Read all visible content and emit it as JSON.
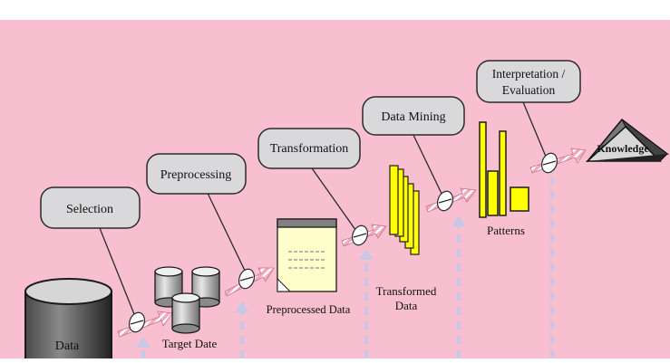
{
  "colors": {
    "background": "#f8bfd0",
    "bubble_fill": "#d9d9dc",
    "bubble_stroke": "#2a2a2a",
    "arrow_fill": "#f3c7d3",
    "arrow_stripe": "#ffffff",
    "dashed_arrow": "#c9c7e6",
    "yellow": "#ffff00",
    "paper": "#ffffcc",
    "cylinder_dark": "#1a1a1a",
    "cylinder_light": "#d6d6d6"
  },
  "steps": [
    {
      "label": "Selection"
    },
    {
      "label": "Preprocessing"
    },
    {
      "label": "Transformation"
    },
    {
      "label": "Data Mining"
    },
    {
      "label_line1": "Interpretation /",
      "label_line2": "Evaluation"
    }
  ],
  "artifacts": {
    "data": "Data",
    "target": "Target Date",
    "preprocessed": "Preprocessed Data",
    "transformed_line1": "Transformed",
    "transformed_line2": "Data",
    "patterns": "Patterns",
    "knowledge": "Knowledge"
  }
}
